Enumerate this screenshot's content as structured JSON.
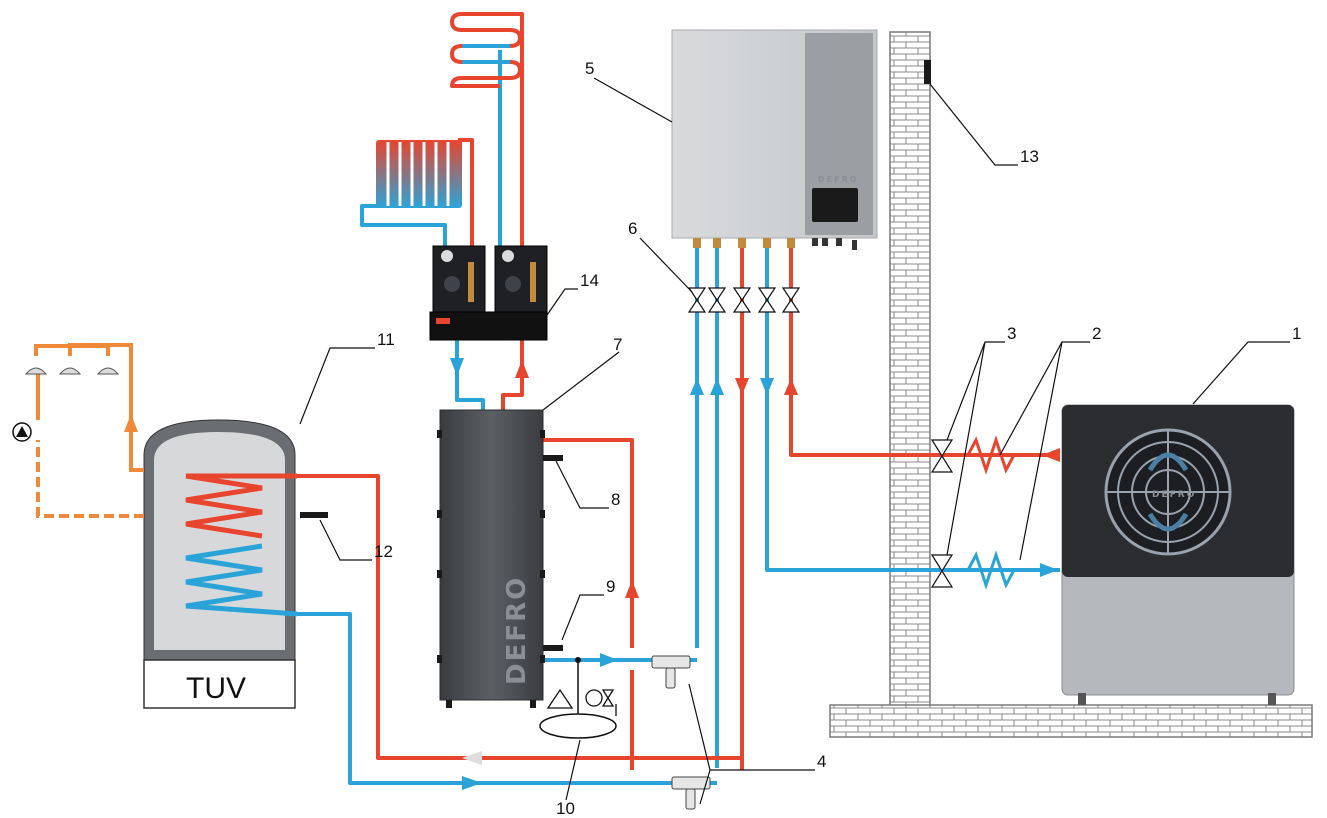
{
  "labels": {
    "l1": "1",
    "l2": "2",
    "l3": "3",
    "l4": "4",
    "l5": "5",
    "l6": "6",
    "l7": "7",
    "l8": "8",
    "l9": "9",
    "l10": "10",
    "l11": "11",
    "l12": "12",
    "l13": "13",
    "l14": "14"
  },
  "boiler": {
    "caption": "TUV"
  },
  "brand": {
    "name": "DEFRO"
  },
  "colors": {
    "hot": "#e8452f",
    "cold": "#2aa4d8",
    "dhw": "#f08a3a",
    "tank": "#4a4d52",
    "wall_fill": "#ffffff",
    "wall_line": "#8a8a8a"
  },
  "icons": [
    "pump-icon",
    "shower-icon",
    "sensor-icon",
    "expansion-vessel-icon",
    "safety-valve-icon",
    "fan-icon",
    "ball-valve-icon"
  ]
}
